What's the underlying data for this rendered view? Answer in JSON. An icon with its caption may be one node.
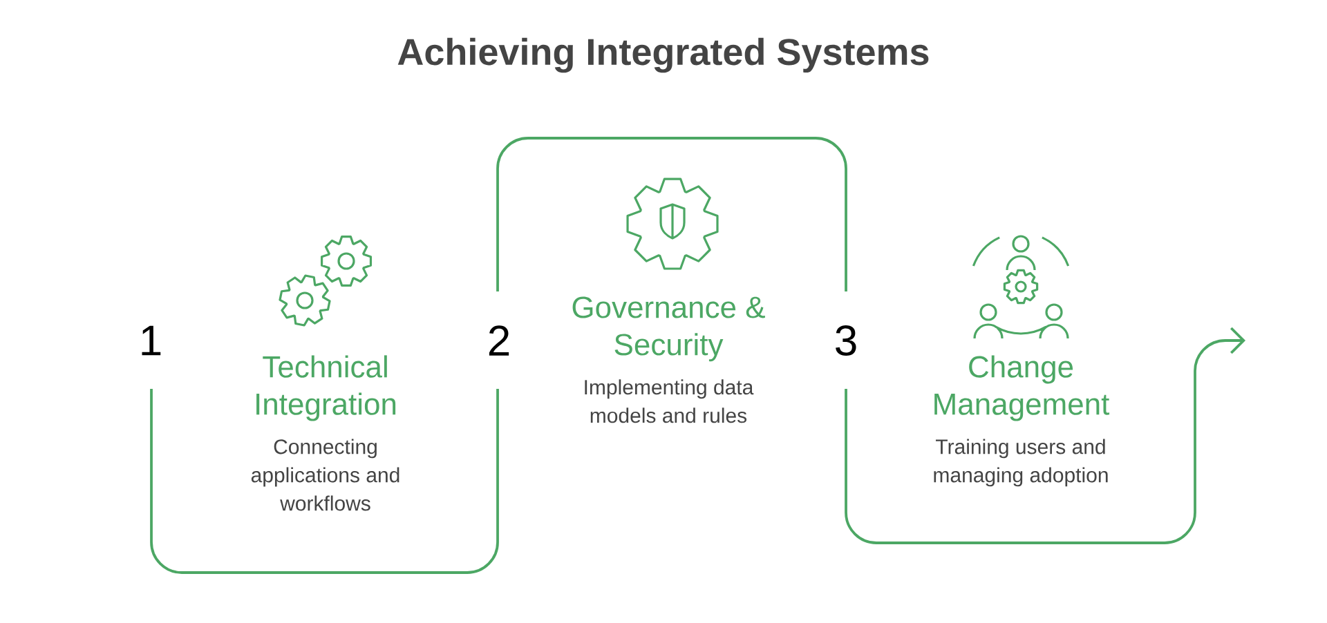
{
  "diagram": {
    "title": "Achieving Integrated Systems",
    "nodes": [
      {
        "text": [
          "Technical Integration",
          "Connecting applications and workflows"
        ],
        "beside": [
          "1"
        ]
      },
      {
        "text": [
          "Governance & Security",
          "Implementing data models and rules"
        ],
        "beside": [
          "2"
        ]
      },
      {
        "text": [
          "Change Management",
          "Training users and managing adoption"
        ],
        "beside": [
          "3"
        ]
      }
    ]
  }
}
